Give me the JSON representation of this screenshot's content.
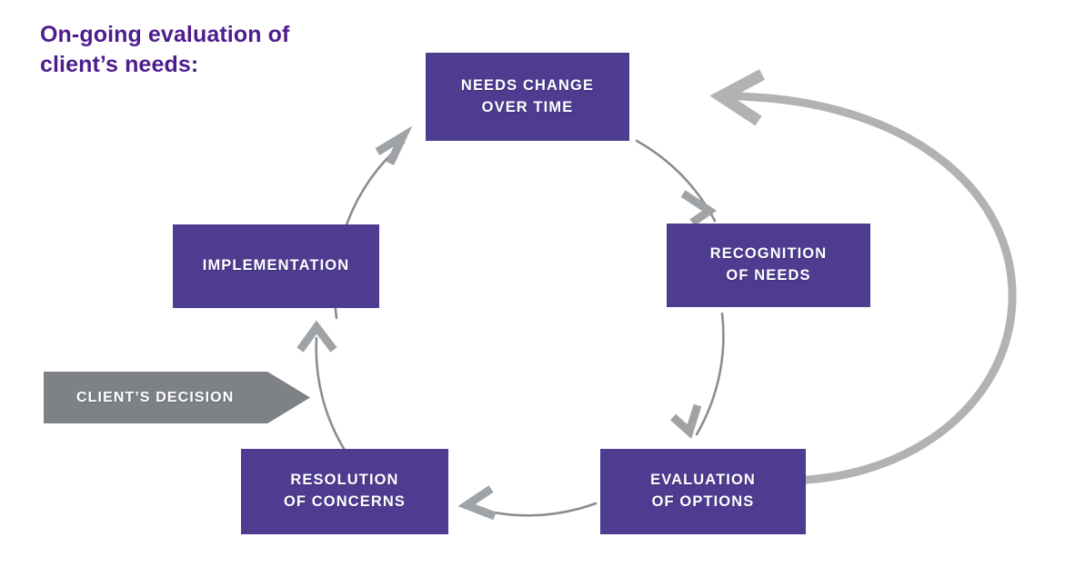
{
  "title": "On-going evaluation of\nclient’s needs:",
  "colors": {
    "node_purple": "#4e3c91",
    "title_purple": "#4e1d8d",
    "decision_gray": "#7e8286",
    "arrow_gray": "#8a8d90",
    "outer_arrow_gray": "#b0b2b4",
    "node_text": "#ffffff",
    "background": "#ffffff"
  },
  "nodes": [
    {
      "id": "needs",
      "label": "NEEDS CHANGE\nOVER TIME",
      "type": "process"
    },
    {
      "id": "recognition",
      "label": "RECOGNITION\nOF NEEDS",
      "type": "process"
    },
    {
      "id": "evaluation",
      "label": "EVALUATION\nOF OPTIONS",
      "type": "process"
    },
    {
      "id": "resolution",
      "label": "RESOLUTION\nOF CONCERNS",
      "type": "process"
    },
    {
      "id": "implementation",
      "label": "IMPLEMENTATION",
      "type": "process"
    }
  ],
  "decision": {
    "id": "client-decision",
    "label": "CLIENT’S DECISION",
    "shape": "chevron-right"
  },
  "edges": [
    {
      "from": "needs",
      "to": "recognition",
      "style": "arc-clockwise"
    },
    {
      "from": "recognition",
      "to": "evaluation",
      "style": "arc-clockwise"
    },
    {
      "from": "evaluation",
      "to": "resolution",
      "style": "arc-clockwise"
    },
    {
      "from": "resolution",
      "to": "implementation",
      "style": "arc-clockwise"
    },
    {
      "from": "implementation",
      "to": "needs",
      "style": "arc-clockwise"
    },
    {
      "from": "evaluation",
      "to": "needs",
      "style": "outer-loop-arc"
    }
  ],
  "icons": {
    "arrowhead": "chevron-arrowhead-icon",
    "loop_arrowhead": "large-chevron-arrowhead-icon"
  }
}
